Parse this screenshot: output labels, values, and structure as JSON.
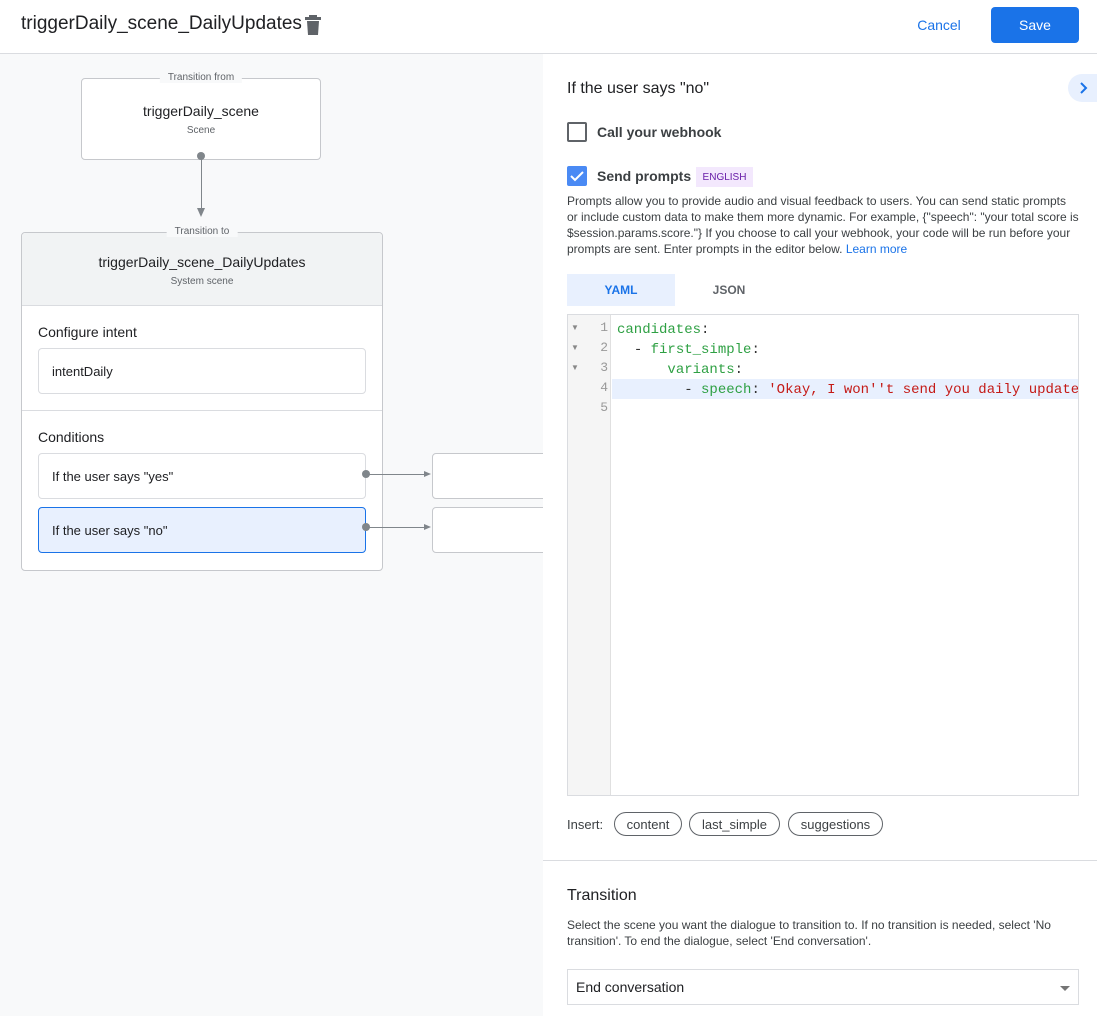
{
  "header": {
    "title": "triggerDaily_scene_DailyUpdates",
    "cancel_label": "Cancel",
    "save_label": "Save"
  },
  "canvas": {
    "from": {
      "legend": "Transition from",
      "name": "triggerDaily_scene",
      "type": "Scene"
    },
    "to": {
      "legend": "Transition to",
      "name": "triggerDaily_scene_DailyUpdates",
      "type": "System scene",
      "intent_heading": "Configure intent",
      "intent_value": "intentDaily",
      "conditions_heading": "Conditions",
      "conditions": [
        {
          "label": "If the user says \"yes\"",
          "selected": false
        },
        {
          "label": "If the user says \"no\"",
          "selected": true
        }
      ]
    }
  },
  "panel": {
    "title": "If the user says \"no\"",
    "webhook": {
      "label": "Call your webhook",
      "checked": false
    },
    "prompts": {
      "label": "Send prompts",
      "checked": true,
      "badge": "ENGLISH",
      "description": "Prompts allow you to provide audio and visual feedback to users. You can send static prompts or include custom data to make them more dynamic. For example, {\"speech\": \"your total score is $session.params.score.\"} If you choose to call your webhook, your code will be run before your prompts are sent. Enter prompts in the editor below.",
      "learn_more": "Learn more"
    },
    "tabs": [
      {
        "label": "YAML",
        "active": true
      },
      {
        "label": "JSON",
        "active": false
      }
    ],
    "editor": {
      "lines": [
        {
          "n": "1",
          "key": "candidates",
          "indent": "",
          "dash": "",
          "value": ""
        },
        {
          "n": "2",
          "key": "first_simple",
          "indent": "  ",
          "dash": "- ",
          "value": ""
        },
        {
          "n": "3",
          "key": "variants",
          "indent": "      ",
          "dash": "",
          "value": ""
        },
        {
          "n": "4",
          "key": "speech",
          "indent": "        ",
          "dash": "- ",
          "value": "'Okay, I won''t send you daily update"
        },
        {
          "n": "5",
          "key": "",
          "indent": "",
          "dash": "",
          "value": ""
        }
      ]
    },
    "insert": {
      "label": "Insert:",
      "chips": [
        "content",
        "last_simple",
        "suggestions"
      ]
    },
    "transition": {
      "heading": "Transition",
      "description": "Select the scene you want the dialogue to transition to. If no transition is needed, select 'No transition'. To end the dialogue, select 'End conversation'.",
      "selected": "End conversation"
    }
  },
  "colors": {
    "accent": "#1a73e8",
    "selected_bg": "#e8f0fe",
    "badge_bg": "#f3e8fd",
    "badge_text": "#681da8",
    "code_key": "#2ea043",
    "code_string": "#c41a16"
  }
}
